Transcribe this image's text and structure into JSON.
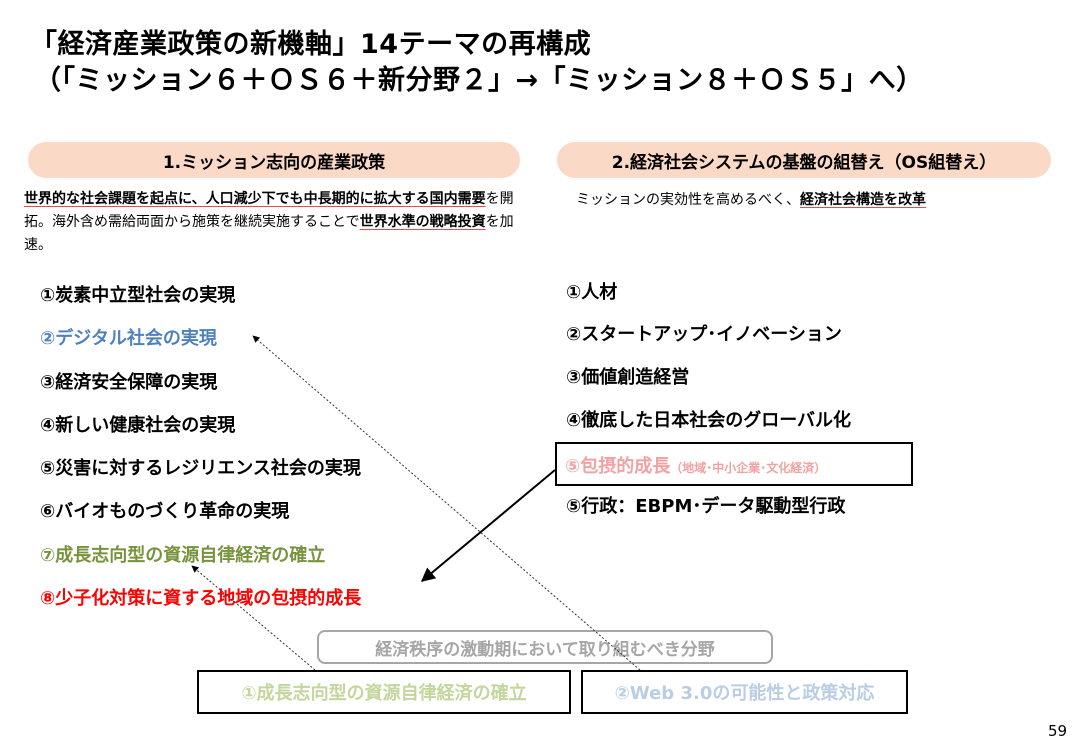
{
  "title": {
    "line1": "「経済産業政策の新機軸」14テーマの再構成",
    "line2": "（「ミッション６＋ＯＳ６＋新分野２」→「ミッション８＋ＯＳ５」へ）"
  },
  "left": {
    "header": "1.ミッション志向の産業政策",
    "desc": {
      "p1": "世界的な社会課題を起点に、人口減少下でも中長期的に拡大する国内需要",
      "p2": "を開拓。海外含め需給両面から施策を継続実施することで",
      "p3": "世界水準の戦略投資",
      "p4": "を加速。"
    },
    "items": [
      "①炭素中立型社会の実現",
      "②デジタル社会の実現",
      "③経済安全保障の実現",
      "④新しい健康社会の実現",
      "⑤災害に対するレジリエンス社会の実現",
      "⑥バイオものづくり革命の実現",
      "⑦成長志向型の資源自律経済の確立",
      "⑧少子化対策に資する地域の包摂的成長"
    ]
  },
  "right": {
    "header": "2.経済社会システムの基盤の組替え（OS組替え）",
    "desc": {
      "p1": "ミッションの実効性を高めるべく、",
      "p2": "経済社会構造を改革"
    },
    "items": [
      "①人材",
      "②スタートアップ･イノベーション",
      "③価値創造経営",
      "④徹底した日本社会のグローバル化"
    ],
    "boxed_item": {
      "main": "⑤包摂的成長",
      "sub": "（地域･中小企業･文化経済）"
    },
    "last_item": "⑤行政：EBPM･データ駆動型行政"
  },
  "new_fields": {
    "label": "経済秩序の激動期において取り組むべき分野",
    "items": [
      "①成長志向型の資源自律経済の確立",
      "②Web 3.0の可能性と政策対応"
    ]
  },
  "page_number": "59",
  "colors": {
    "header_bg": "#fbd9c7",
    "blue": "#4f81bd",
    "green": "#77933c",
    "red": "#ff0000",
    "underline": "#e64b4b"
  }
}
